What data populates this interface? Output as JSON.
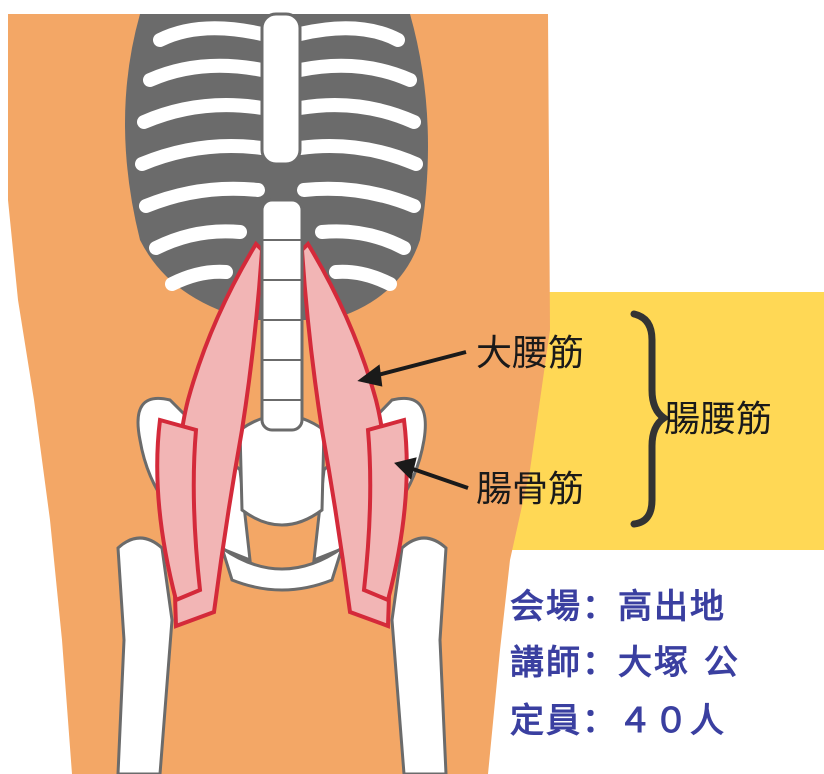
{
  "labels": {
    "psoas_major": "大腰筋",
    "iliacus": "腸骨筋",
    "iliopsoas": "腸腰筋"
  },
  "info": {
    "venue": "会場：高出地",
    "lecturer": "講師：大塚 公",
    "capacity": "定員：４０人"
  },
  "colors": {
    "background": "#ffffff",
    "skin": "#f3a766",
    "bone": "#ffffff",
    "bone_shadow": "#6b6b6b",
    "muscle": "#f2b5b5",
    "muscle_outline": "#d42a3a",
    "label_panel": "#ffd855",
    "info_text": "#3a3fa0"
  }
}
